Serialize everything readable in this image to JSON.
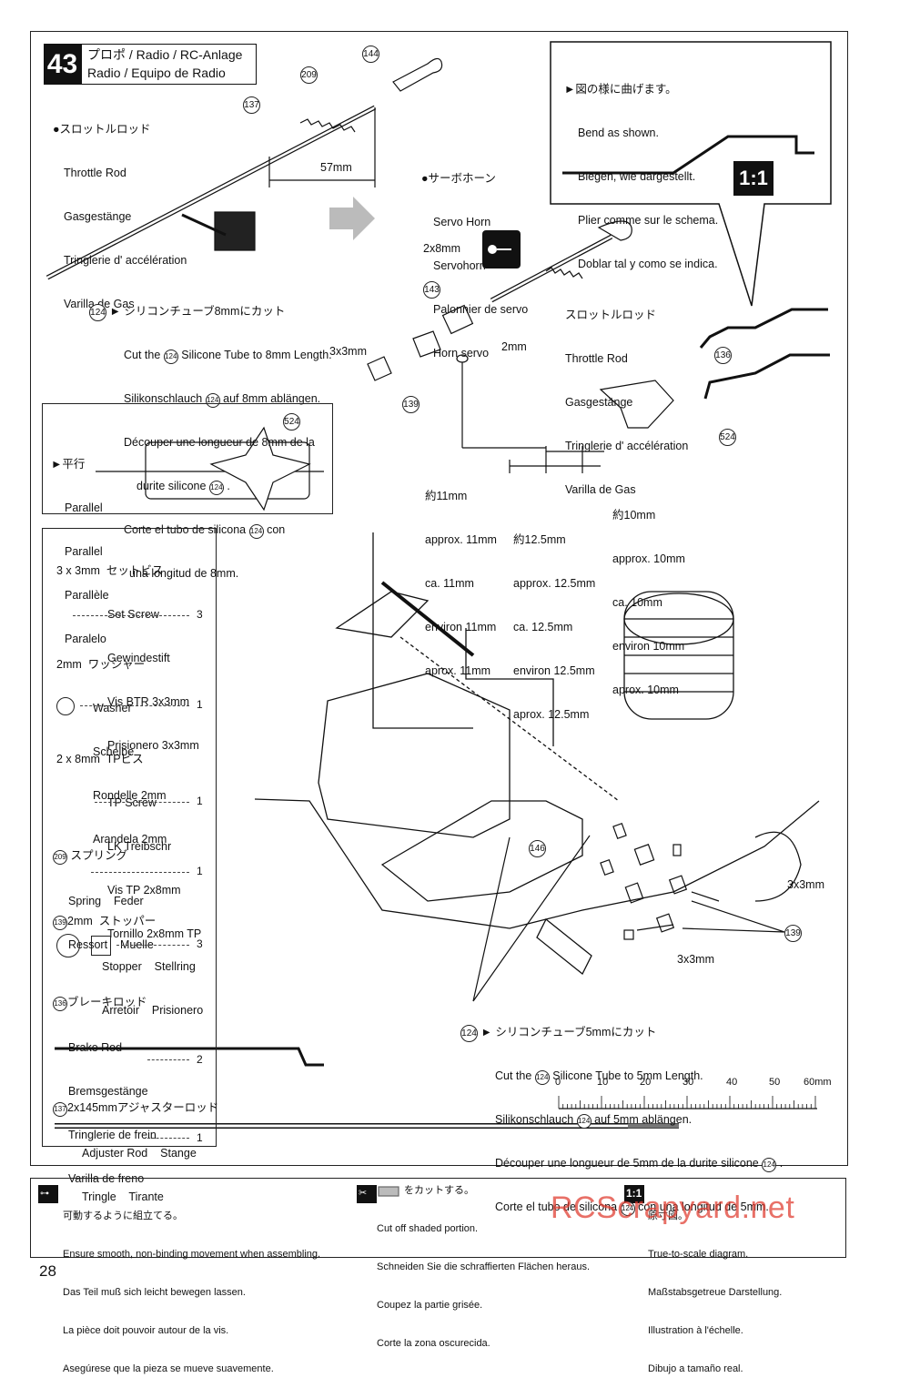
{
  "step": {
    "number": "43",
    "title_line1": "プロポ / Radio / RC-Anlage",
    "title_line2": "Radio / Equipo de Radio"
  },
  "callouts": {
    "throttle_rod_top": [
      "●スロットルロッド",
      "Throttle Rod",
      "Gasgestänge",
      "Tringlerie d' accélération",
      "Varilla de Gas"
    ],
    "servo_horn": [
      "●サーボホーン",
      "Servo Horn",
      "Servohorn",
      "Palonnier de servo",
      "Horn servo"
    ],
    "bend": [
      "►図の様に曲げます。",
      "Bend as shown.",
      "Biegen, wie dargestellt.",
      "Plier comme sur le schema.",
      "Doblar tal y como se indica."
    ],
    "cut8": [
      "シリコンチューブ8mmにカット",
      "Cut the ",
      " Silicone Tube to 8mm Length.",
      "Silikonschlauch ",
      " auf 8mm ablängen.",
      "Découper une longueur de 8mm de la",
      "durite silicone ",
      "Corte el tubo de silicona ",
      " con",
      "una longitud de 8mm."
    ],
    "throttle_rod_mid": [
      "スロットルロッド",
      "Throttle Rod",
      "Gasgestänge",
      "Tringlerie d' accélération",
      "Varilla de Gas"
    ],
    "parallel": [
      "►平行",
      "Parallel",
      "Parallel",
      "Parallèle",
      "Paralelo"
    ],
    "approx11": [
      "約11mm",
      "approx. 11mm",
      "ca. 11mm",
      "environ 11mm",
      "aprox. 11mm"
    ],
    "approx12": [
      "約12.5mm",
      "approx. 12.5mm",
      "ca. 12.5mm",
      "environ 12.5mm",
      "aprox. 12.5mm"
    ],
    "approx10": [
      "約10mm",
      "approx. 10mm",
      "ca. 10mm",
      "environ 10mm",
      "aprox. 10mm"
    ],
    "cut5": [
      "シリコンチューブ5mmにカット",
      "Cut the ",
      " Silicone Tube to 5mm Length.",
      "Silikonschlauch ",
      " auf 5mm ablängen.",
      "Découper une longueur de 5mm de la durite silicone ",
      "Corte el tubo de silicona ",
      " con una longitud de 5mm."
    ]
  },
  "labels": {
    "len57": "57mm",
    "s2x8": "2x8mm",
    "s3x3a": "3x3mm",
    "s2mm": "2mm",
    "s3x3b": "3x3mm",
    "s3x3c": "3x3mm",
    "one_to_one": "1:1"
  },
  "part_numbers": {
    "p144": "144",
    "p209": "209",
    "p137": "137",
    "p124": "124",
    "p143": "143",
    "p139": "139",
    "p136": "136",
    "p524": "524",
    "p146": "146"
  },
  "parts_list": [
    {
      "name": [
        "3 x 3mm  セットビス",
        "Set Screw",
        "Gewindestift",
        "Vis BTR 3x3mm",
        "Prisionero 3x3mm"
      ],
      "qty": "3"
    },
    {
      "name": [
        "2mm  ワッシャー",
        "Washer",
        "Scheibe",
        "Rondelle 2mm",
        "Arandela 2mm"
      ],
      "qty": "1"
    },
    {
      "name": [
        "2 x 8mm  TPビス",
        "TP Screw",
        "LK Treibschr",
        "Vis TP 2x8mm",
        "Tornillo 2x8mm TP"
      ],
      "qty": "1"
    },
    {
      "name": [
        "スプリング",
        "Spring    Feder",
        "Ressort    Muelle"
      ],
      "num": "209",
      "qty": "1"
    },
    {
      "name": [
        "2mm  ストッパー",
        "Stopper    Stellring",
        "Arretoir    Prisionero"
      ],
      "num": "139",
      "qty": "3"
    },
    {
      "name": [
        "ブレーキロッド",
        "Brake Rod",
        "Bremsgestänge",
        "Tringlerie de frein",
        "Varilla de freno"
      ],
      "num": "136",
      "qty": "2"
    },
    {
      "name": [
        "2x145mmアジャスターロッド",
        "Adjuster Rod    Stange",
        "Tringle    Tirante"
      ],
      "num": "137",
      "qty": "1"
    }
  ],
  "ruler": {
    "ticks": [
      "0",
      "10",
      "20",
      "30",
      "40",
      "50",
      "60mm"
    ]
  },
  "legend": {
    "move": [
      "可動するように組立てる。",
      "Ensure smooth, non-binding movement when assembling.",
      "Das Teil muß sich leicht bewegen lassen.",
      "La pièce doit pouvoir autour de la vis.",
      "Asegúrese que la pieza se mueve suavemente."
    ],
    "cut": [
      "をカットする。",
      "Cut off shaded portion.",
      "Schneiden Sie die schraffierten Flächen heraus.",
      "Coupez la partie grisée.",
      "Corte la zona oscurecida."
    ],
    "scale": [
      "原寸図。",
      "True-to-scale diagram.",
      "Maßstabsgetreue Darstellung.",
      "Illustration à l'échelle.",
      "Dibujo a tamaño real."
    ]
  },
  "watermark": "RCScrapyard.net",
  "page_number": "28",
  "colors": {
    "watermark": "#e03a2e",
    "ink": "#111111",
    "shade": "#bbbbbb"
  }
}
